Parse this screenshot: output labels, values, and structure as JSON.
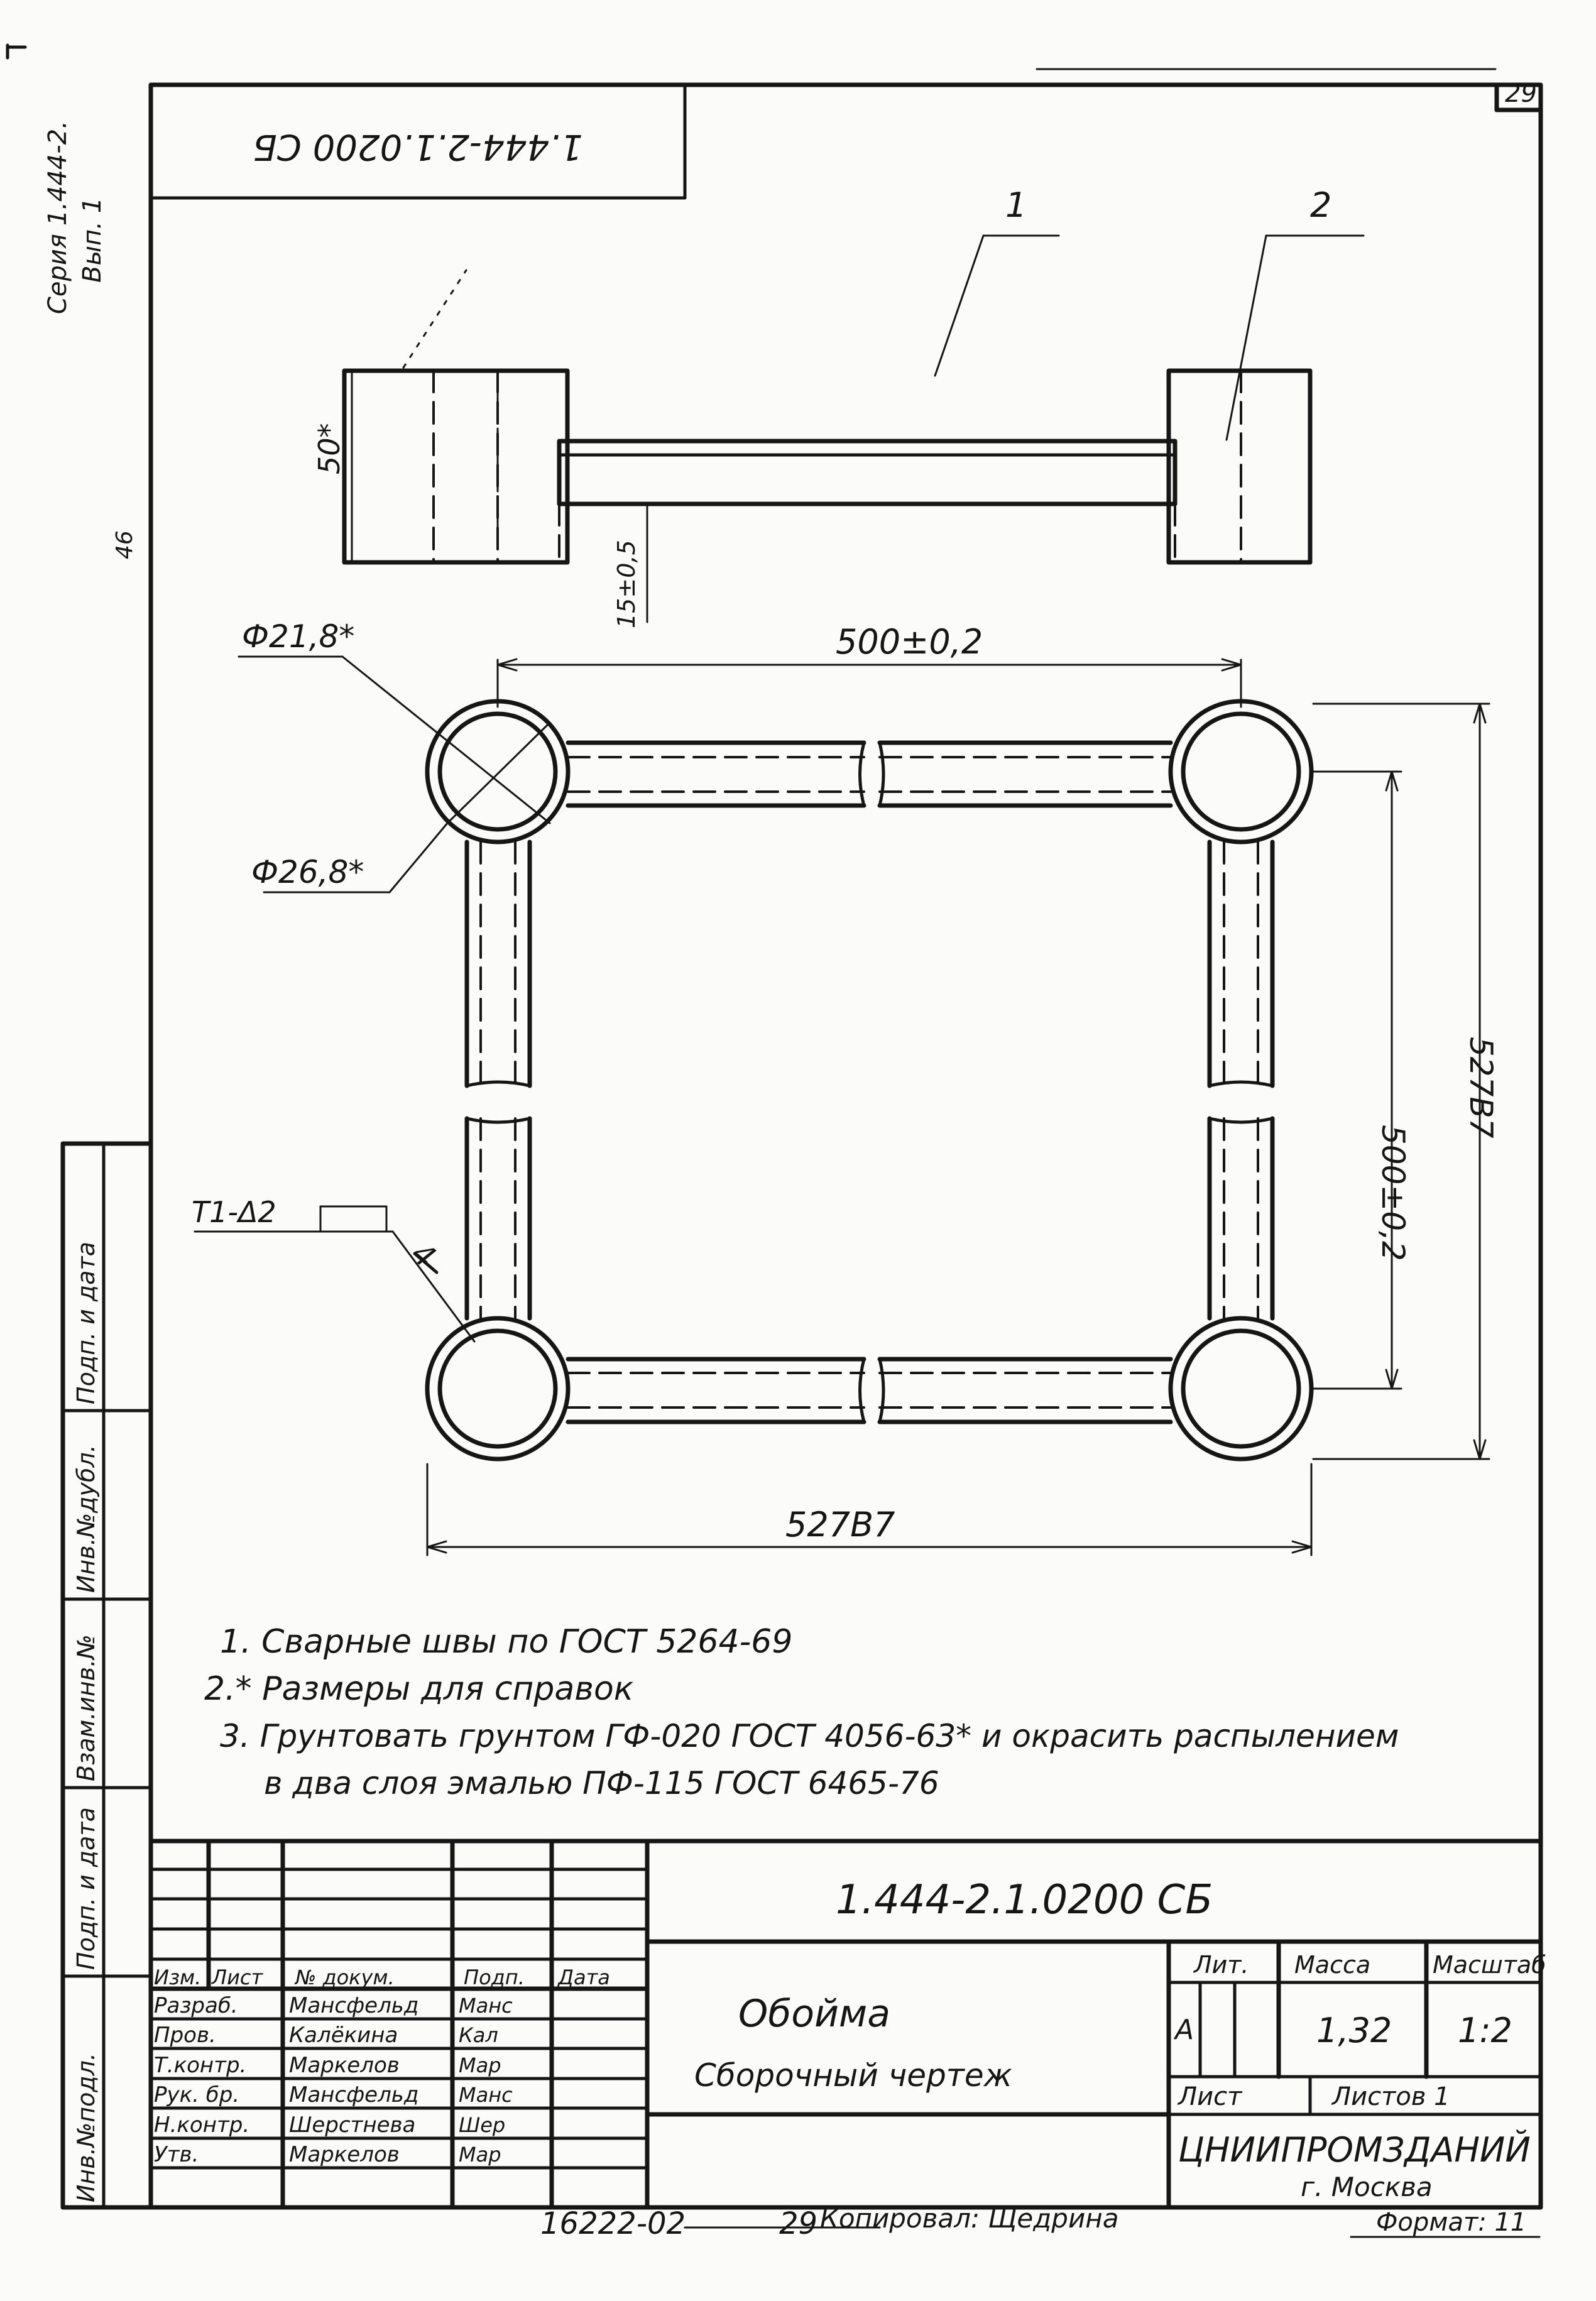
{
  "sheet": {
    "corner_number": "29",
    "rotated_code": "1.444-2.1.0200 СБ",
    "series_lines": [
      "Серия 1.444-2.",
      "Вып. 1"
    ],
    "inventory_number": "46",
    "footer_left": "16222-02",
    "footer_page": "29",
    "copied_by": "Копировал: Щедрина",
    "format": "Формат: 11"
  },
  "drawing": {
    "callouts": [
      "1",
      "2",
      "4"
    ],
    "dimensions": {
      "height_ref": "50*",
      "gap": "15±0,5",
      "center_span_top": "500±0,2",
      "center_span_right": "500±0,2",
      "inner_dia": "Ф21,8*",
      "outer_dia": "Ф26,8*",
      "overall_bottom": "527В7",
      "overall_right": "527В7",
      "weld_mark": "Т1-Δ2"
    },
    "notes": [
      "1.  Сварные швы по ГОСТ 5264-69",
      "2.* Размеры для справок",
      "3.  Грунтовать грунтом ГФ-020 ГОСТ 4056-63* и окрасить распылением",
      "в два слоя эмалью ПФ-115 ГОСТ 6465-76"
    ]
  },
  "left_strip": [
    "Инв.№подл.",
    "Подп. и дата",
    "Взам.инв.№",
    "Инв.№дубл.",
    "Подп. и дата"
  ],
  "title_block": {
    "doc_code": "1.444-2.1.0200 СБ",
    "name": "Обойма",
    "doc_type": "Сборочный чертеж",
    "headers": [
      "Изм.",
      "Лист",
      "№ докум.",
      "Подп.",
      "Дата"
    ],
    "roles": [
      {
        "role": "Разраб.",
        "name": "Мансфельд",
        "sign": "Манс"
      },
      {
        "role": "Пров.",
        "name": "Калёкина",
        "sign": "Кал"
      },
      {
        "role": "Т.контр.",
        "name": "Маркелов",
        "sign": "Мар"
      },
      {
        "role": "Рук. бр.",
        "name": "Мансфельд",
        "sign": "Манс"
      },
      {
        "role": "Н.контр.",
        "name": "Шерстнева",
        "sign": "Шер"
      },
      {
        "role": "Утв.",
        "name": "Маркелов",
        "sign": "Мар"
      }
    ],
    "lit_label": "Лит.",
    "mass_label": "Масса",
    "scale_label": "Масштаб",
    "lit_value": "А",
    "mass_value": "1,32",
    "scale_value": "1:2",
    "sheet_label": "Лист",
    "sheets_label": "Листов 1",
    "org": "ЦНИИПРОМЗДАНИЙ",
    "city": "г. Москва"
  },
  "colors": {
    "ink": "#161616",
    "paper": "#fbfbf9"
  }
}
